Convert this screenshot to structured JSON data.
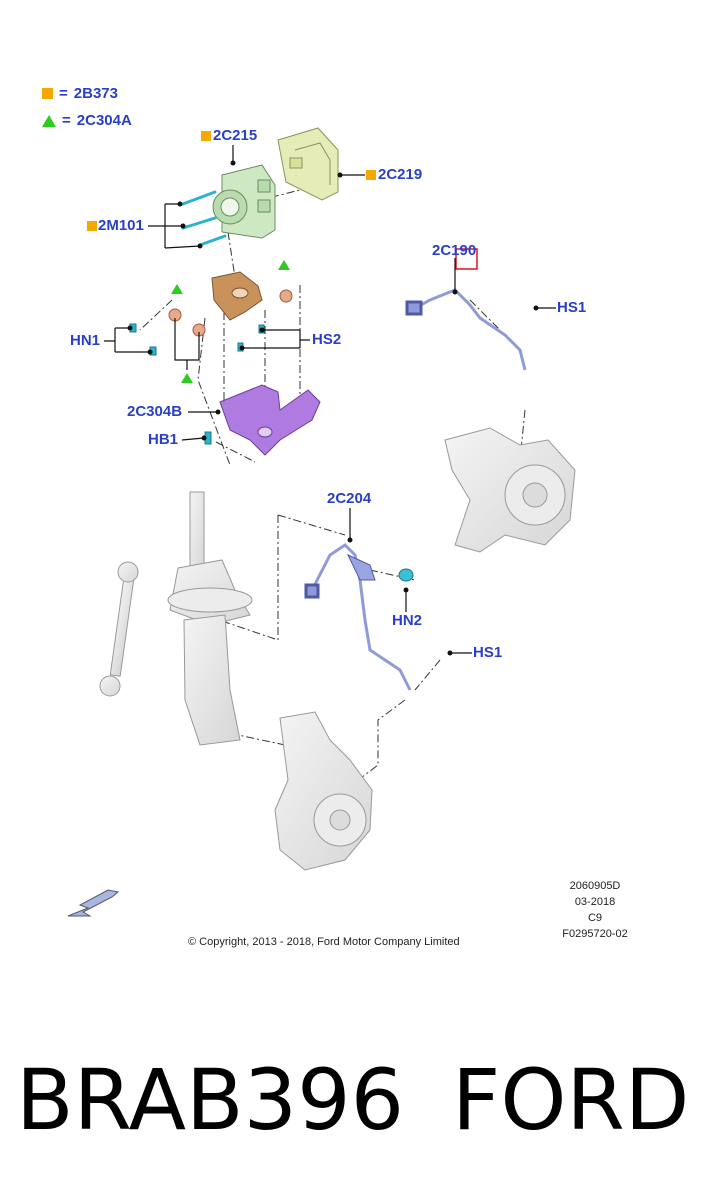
{
  "legend": [
    {
      "marker": "square",
      "eq": "=",
      "code": "2B373",
      "color": "#f5a800"
    },
    {
      "marker": "triangle",
      "eq": "=",
      "code": "2C304A",
      "color": "#2ecc1f"
    }
  ],
  "callouts": {
    "c_2c215": "2C215",
    "c_2c219": "2C219",
    "c_2m101": "2M101",
    "c_2c190": "2C190",
    "c_hs1_top": "HS1",
    "c_hn1": "HN1",
    "c_hs2": "HS2",
    "c_2c304b": "2C304B",
    "c_hb1": "HB1",
    "c_2c204": "2C204",
    "c_hn2": "HN2",
    "c_hs1_bottom": "HS1"
  },
  "meta": {
    "line1": "2060905D",
    "line2": "03-2018",
    "line3": "C9",
    "line4": "F0295720-02"
  },
  "copyright": "© Copyright, 2013 - 2018, Ford Motor Company Limited",
  "footer": {
    "part_number": "BRAB396",
    "brand": "FORD"
  },
  "colors": {
    "label": "#2a3fc9",
    "abs_module": "#cfe8c4",
    "abs_ecu": "#e6ecb8",
    "bracket": "#c9925a",
    "mount_bracket": "#b07be0",
    "sensor_wire": "#8f9bd9",
    "highlight_box": "#e0141b"
  }
}
